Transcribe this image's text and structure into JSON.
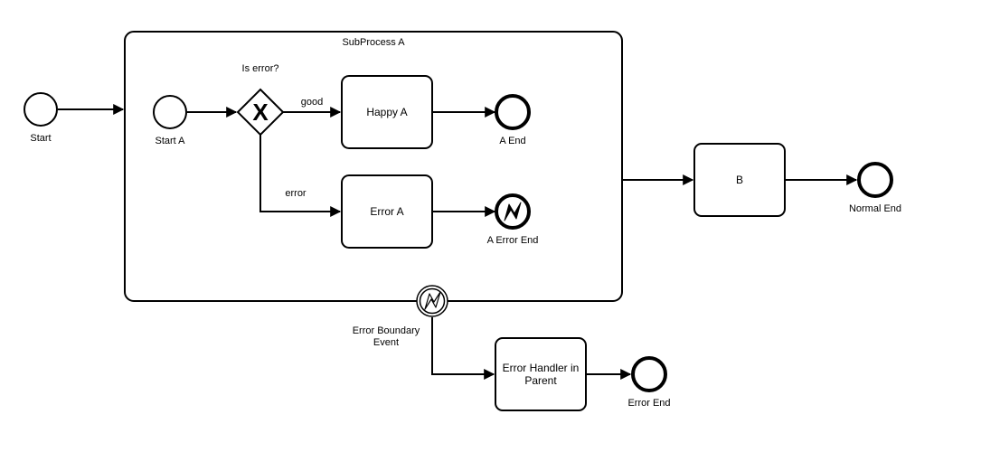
{
  "diagram": {
    "subprocess": {
      "title": "SubProcess A"
    },
    "events": {
      "start": {
        "label": "Start"
      },
      "start_a": {
        "label": "Start A"
      },
      "a_end": {
        "label": "A End"
      },
      "a_error_end": {
        "label": "A Error End"
      },
      "normal_end": {
        "label": "Normal End"
      },
      "error_end": {
        "label": "Error End"
      },
      "error_boundary": {
        "label_line1": "Error Boundary",
        "label_line2": "Event"
      }
    },
    "gateway": {
      "label": "Is error?",
      "symbol": "X"
    },
    "tasks": {
      "happy_a": {
        "label": "Happy A"
      },
      "error_a": {
        "label": "Error A"
      },
      "b": {
        "label": "B"
      },
      "error_handler": {
        "label_line1": "Error Handler in",
        "label_line2": "Parent"
      }
    },
    "flows": {
      "good": {
        "label": "good"
      },
      "error": {
        "label": "error"
      }
    },
    "icons": {
      "error_event_icon": "lightning-bolt-icon",
      "gateway_icon": "exclusive-x-icon"
    },
    "colors": {
      "stroke": "#000000",
      "fill": "#ffffff"
    }
  }
}
